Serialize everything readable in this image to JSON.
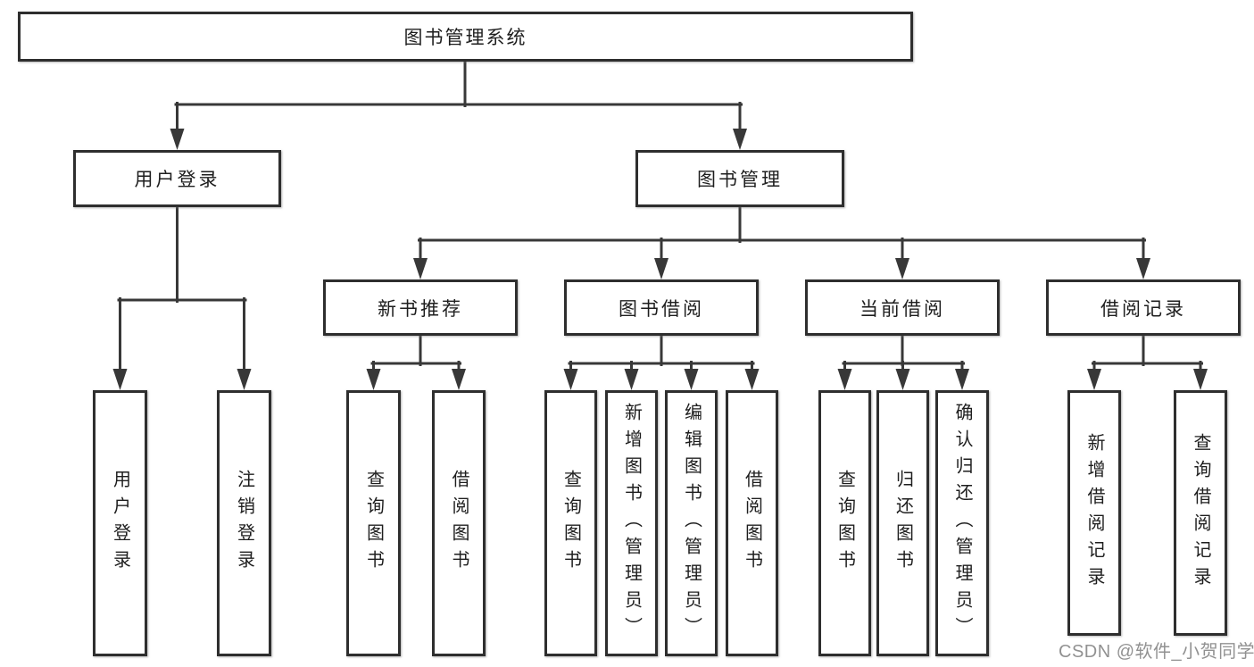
{
  "diagram": {
    "title": "图书管理系统",
    "level2": {
      "user_login": "用户登录",
      "book_mgmt": "图书管理"
    },
    "level3": {
      "new_books": "新书推荐",
      "book_borrow": "图书借阅",
      "current_borrow": "当前借阅",
      "borrow_records": "借阅记录"
    },
    "leaves": {
      "user_login": [
        "用户登录",
        "注销登录"
      ],
      "new_books": [
        "查询图书",
        "借阅图书"
      ],
      "book_borrow": [
        "查询图书",
        "新增图书（管理员）",
        "编辑图书（管理员）",
        "借阅图书"
      ],
      "current_borrow": [
        "查询图书",
        "归还图书",
        "确认归还（管理员）"
      ],
      "borrow_records": [
        "新增借阅记录",
        "查询借阅记录"
      ]
    }
  },
  "watermark": {
    "text": "CSDN @软件_小贺同学"
  },
  "colors": {
    "line": "#383838",
    "box_border": "#2e2e2e",
    "text": "#1e1e1e",
    "background": "#ffffff",
    "watermark": "#8c8c8c"
  }
}
